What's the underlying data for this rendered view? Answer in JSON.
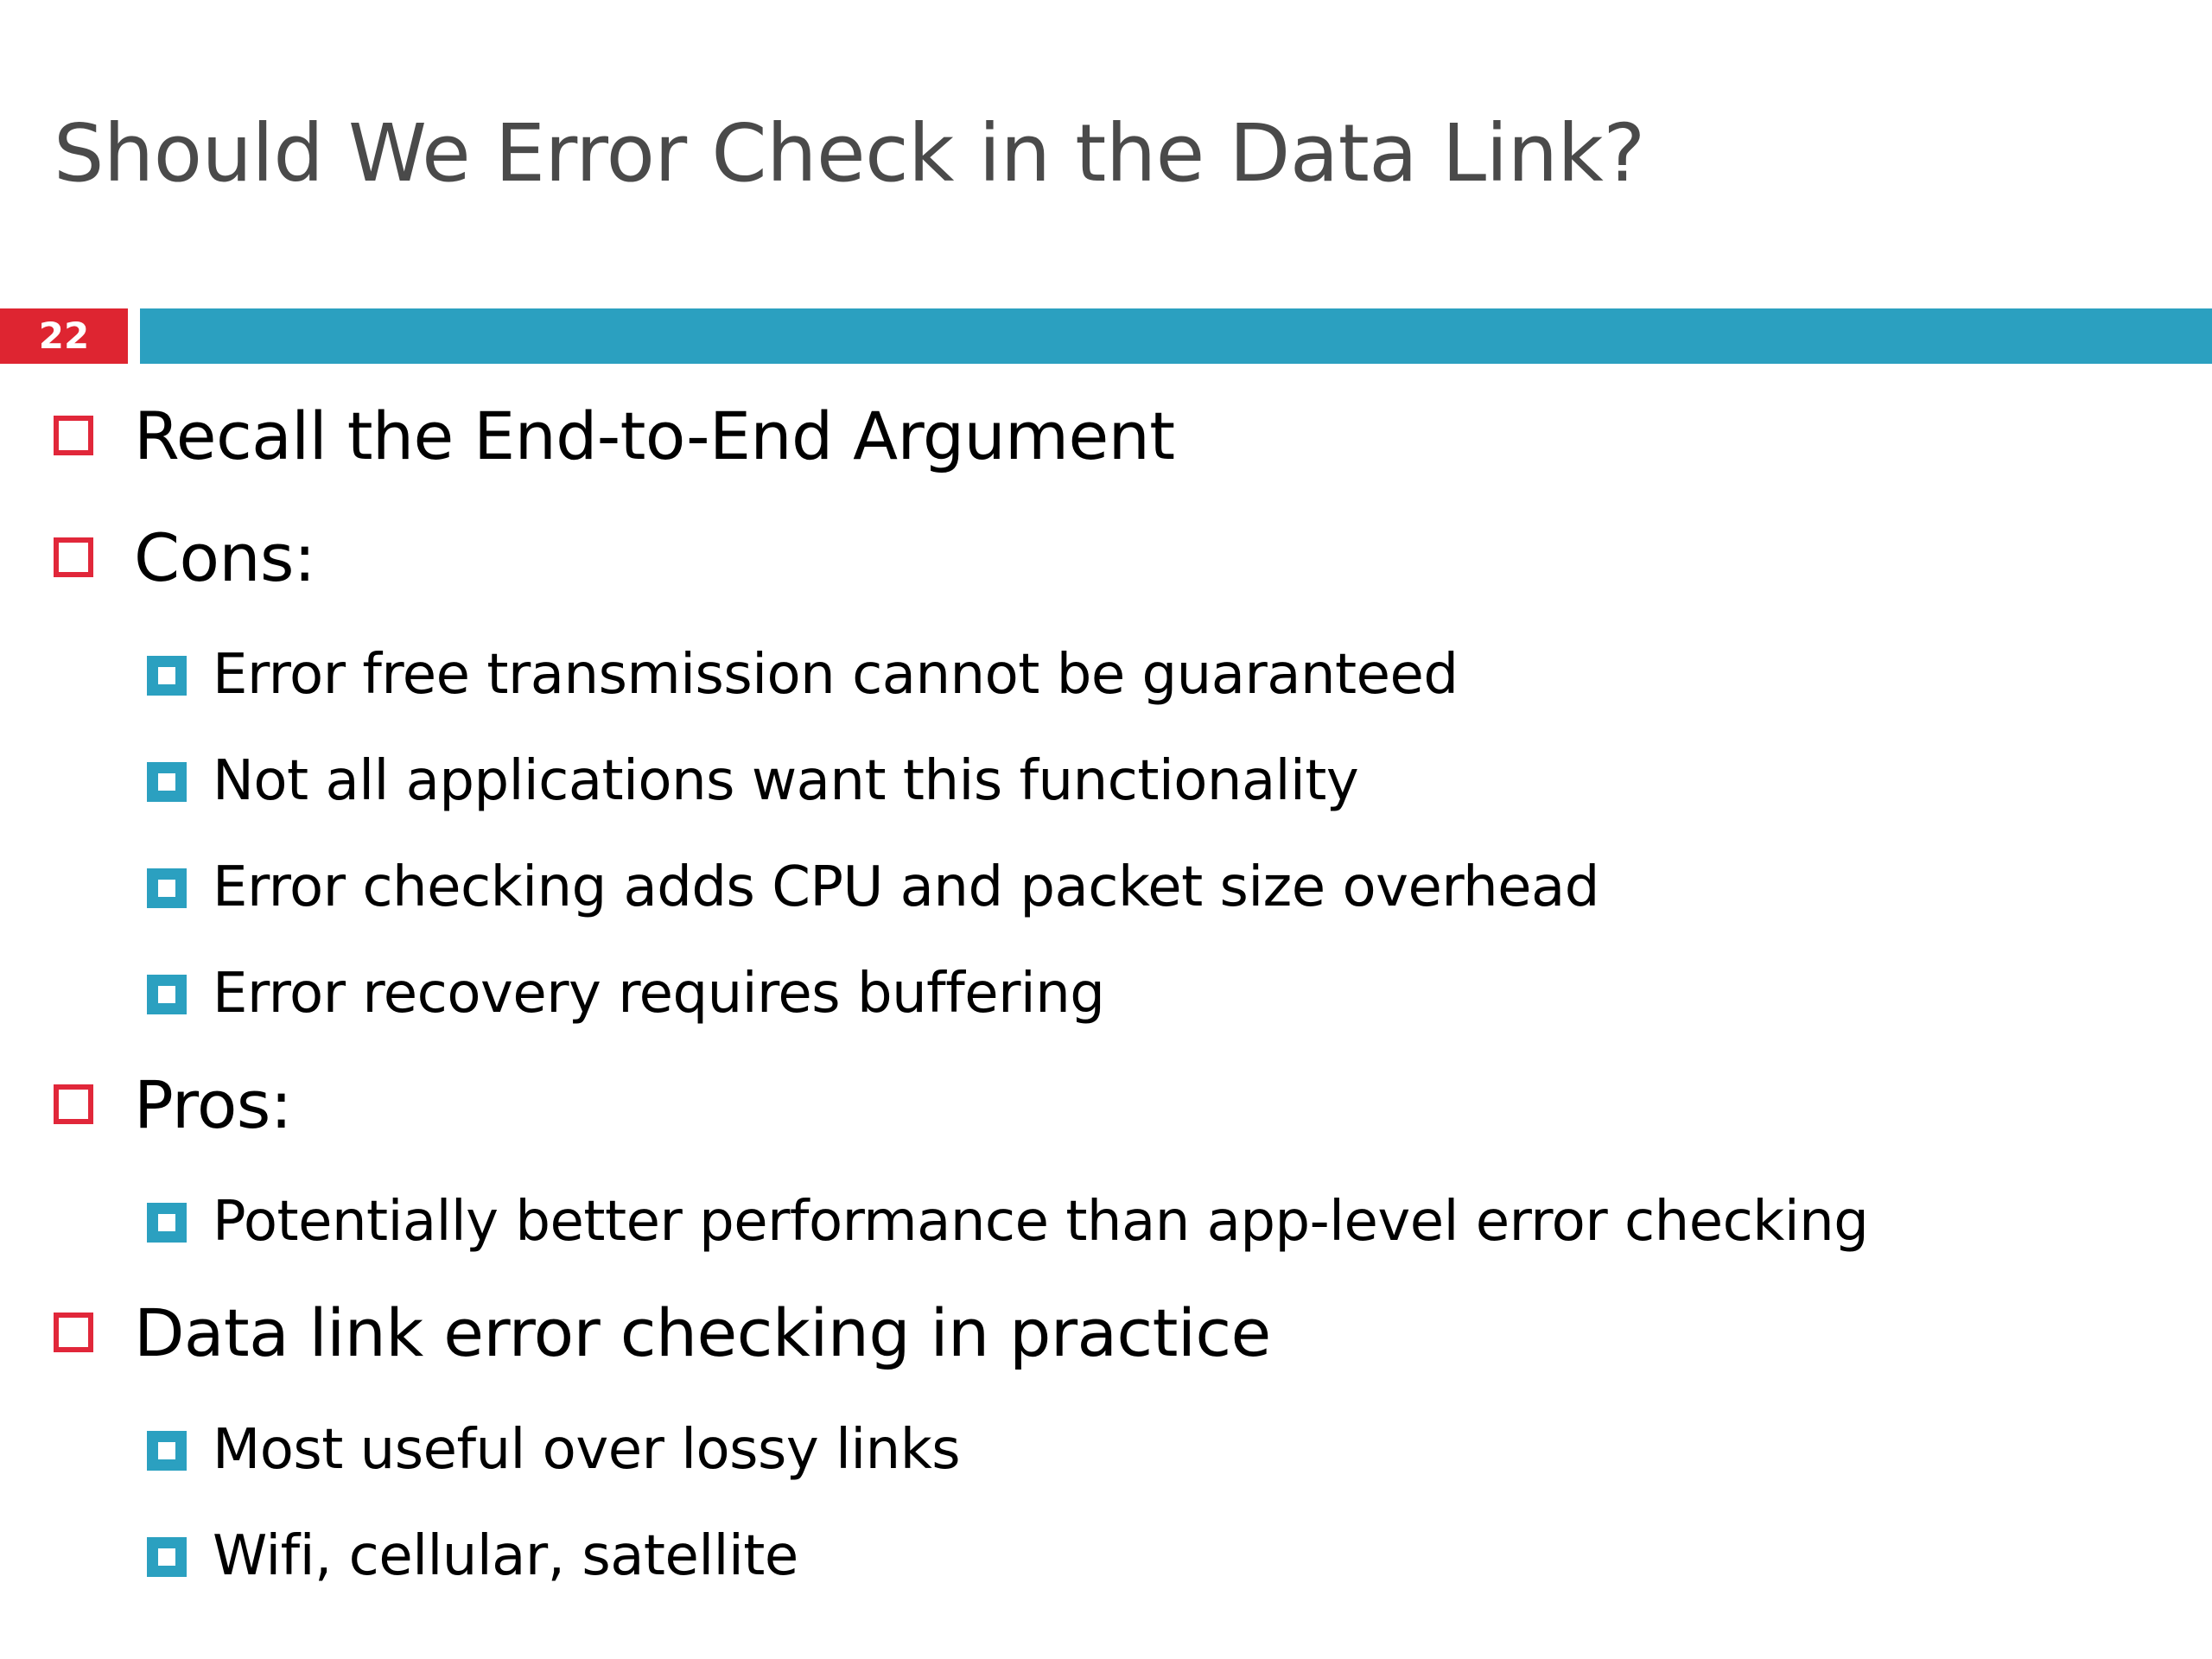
{
  "slide": {
    "title": "Should We Error Check in the Data Link?",
    "number": "22",
    "colors": {
      "badge_background": "#de2531",
      "badge_text": "#ffffff",
      "accent_bar": "#2ba0c0",
      "title_text": "#4a4a4a",
      "body_text": "#000000",
      "level1_bullet": "#e1273a",
      "level2_bullet": "#2ba0c0",
      "background": "#ffffff"
    },
    "bullets": [
      {
        "level": 1,
        "text": "Recall the End-to-End Argument",
        "marker": "hollow-red-square"
      },
      {
        "level": 1,
        "text": "Cons:",
        "marker": "hollow-red-square"
      },
      {
        "level": 2,
        "text": "Error free transmission cannot be guaranteed",
        "marker": "filled-teal-square"
      },
      {
        "level": 2,
        "text": "Not all applications want this functionality",
        "marker": "filled-teal-square"
      },
      {
        "level": 2,
        "text": "Error checking adds CPU and packet size overhead",
        "marker": "filled-teal-square"
      },
      {
        "level": 2,
        "text": "Error recovery requires buffering",
        "marker": "filled-teal-square"
      },
      {
        "level": 1,
        "text": "Pros:",
        "marker": "hollow-red-square"
      },
      {
        "level": 2,
        "text": "Potentially better performance than app-level error checking",
        "marker": "filled-teal-square"
      },
      {
        "level": 1,
        "text": "Data link error checking in practice",
        "marker": "hollow-red-square"
      },
      {
        "level": 2,
        "text": "Most useful over lossy links",
        "marker": "filled-teal-square"
      },
      {
        "level": 2,
        "text": "Wifi, cellular, satellite",
        "marker": "filled-teal-square"
      }
    ]
  }
}
